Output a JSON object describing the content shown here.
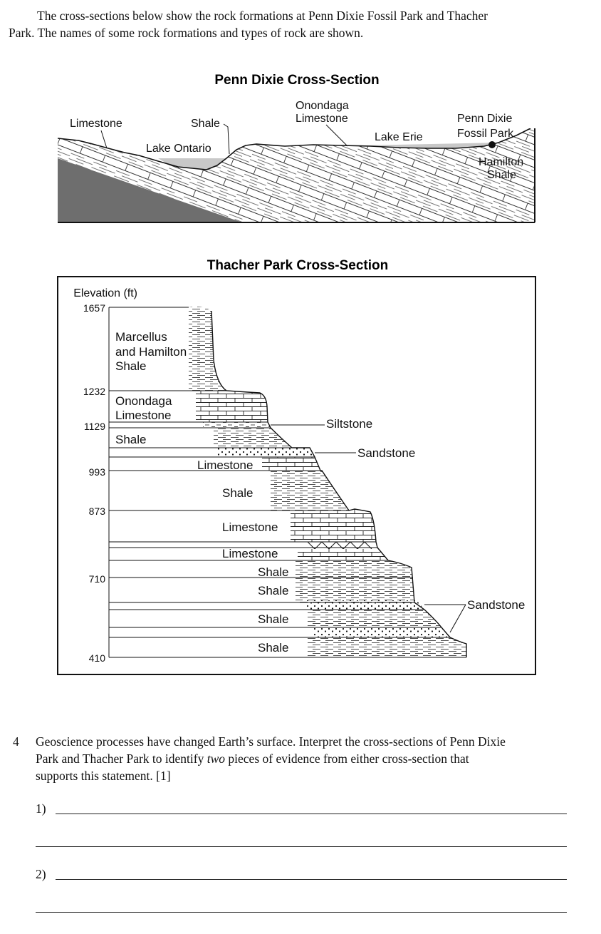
{
  "intro": {
    "line1": "The cross-sections below show the rock formations at Penn Dixie Fossil Park and Thacher",
    "line2": "Park. The names of some rock formations and types of rock are shown."
  },
  "penn_dixie": {
    "title": "Penn Dixie Cross-Section",
    "labels": {
      "limestone": "Limestone",
      "shale": "Shale",
      "onondaga_1": "Onondaga",
      "onondaga_2": "Limestone",
      "lake_ontario": "Lake Ontario",
      "lake_erie": "Lake Erie",
      "park_1": "Penn Dixie",
      "park_2": "Fossil Park",
      "hamilton_1": "Hamilton",
      "hamilton_2": "Shale"
    }
  },
  "thacher": {
    "title": "Thacher Park Cross-Section",
    "elevation_label": "Elevation (ft)",
    "elevations": [
      "1657",
      "1232",
      "1129",
      "993",
      "873",
      "710",
      "410"
    ],
    "layer_labels": {
      "marcellus_1": "Marcellus",
      "marcellus_2": "and Hamilton",
      "marcellus_3": "Shale",
      "onondaga_1": "Onondaga",
      "onondaga_2": "Limestone",
      "shale_1": "Shale",
      "limestone_1": "Limestone",
      "shale_2": "Shale",
      "limestone_2": "Limestone",
      "limestone_3": "Limestone",
      "shale_3": "Shale",
      "shale_4": "Shale",
      "shale_5": "Shale",
      "shale_6": "Shale"
    },
    "callouts": {
      "siltstone": "Siltstone",
      "sandstone_1": "Sandstone",
      "sandstone_2": "Sandstone"
    }
  },
  "question": {
    "number": "4",
    "line1": "Geoscience processes have changed Earth’s surface. Interpret the cross-sections of Penn Dixie",
    "line2_a": "Park and Thacher Park to identify ",
    "line2_em": "two",
    "line2_b": " pieces of evidence from either cross-section that",
    "line3": "supports this statement.  [1]",
    "answer_1": "1)",
    "answer_2": "2)"
  }
}
